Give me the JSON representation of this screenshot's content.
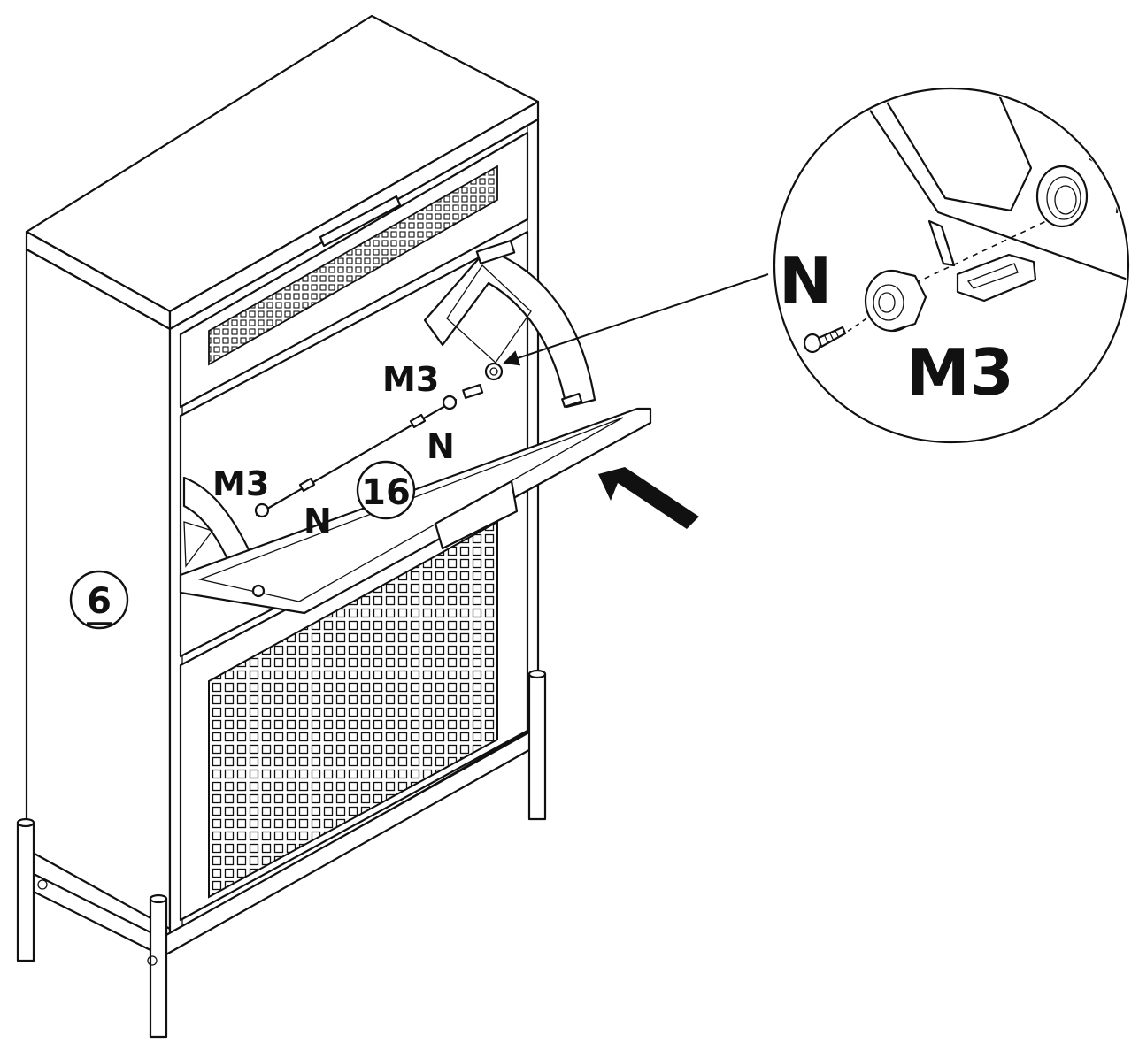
{
  "labels": {
    "side_panel": "6",
    "flap_panel": "16",
    "m3_upper": "M3",
    "n_upper": "N",
    "m3_lower": "M3",
    "n_lower": "N",
    "detail_n": "N",
    "detail_m3": "M3"
  }
}
